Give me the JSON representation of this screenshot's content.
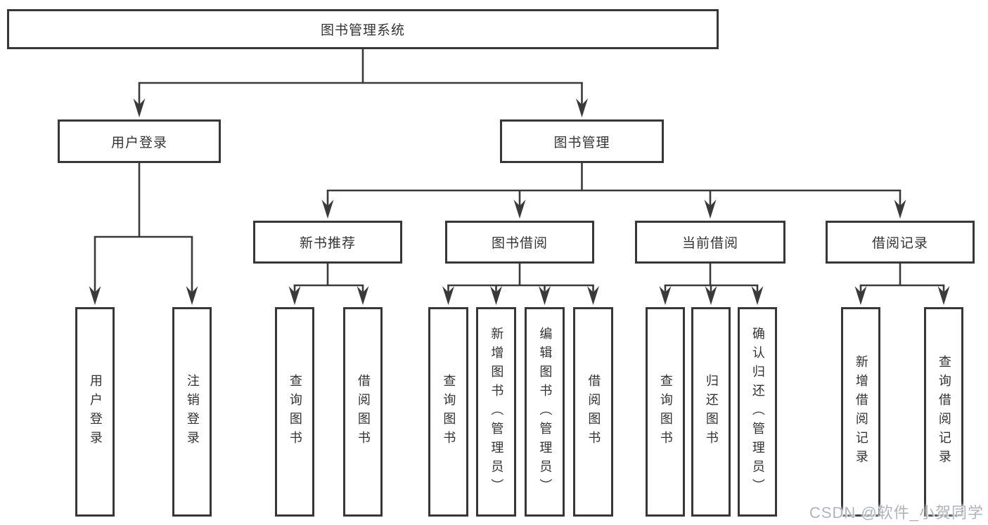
{
  "diagram": {
    "title": "图书管理系统",
    "line_color": "#3a3a3a",
    "nodes": {
      "root": {
        "label": "图书管理系统"
      },
      "login": {
        "label": "用户登录"
      },
      "book_mgmt": {
        "label": "图书管理"
      },
      "new_rec": {
        "label": "新书推荐"
      },
      "book_borrow": {
        "label": "图书借阅"
      },
      "current_borrow": {
        "label": "当前借阅"
      },
      "borrow_records": {
        "label": "借阅记录"
      },
      "login_user": {
        "label": "用户登录"
      },
      "login_logout": {
        "label": "注销登录"
      },
      "newrec_query": {
        "label": "查询图书"
      },
      "newrec_borrow": {
        "label": "借阅图书"
      },
      "borrow_query": {
        "label": "查询图书"
      },
      "borrow_add": {
        "label": "新增图书（管理员）"
      },
      "borrow_edit": {
        "label": "编辑图书（管理员）"
      },
      "borrow_borrow": {
        "label": "借阅图书"
      },
      "current_query": {
        "label": "查询图书"
      },
      "current_return": {
        "label": "归还图书"
      },
      "current_confirm": {
        "label": "确认归还（管理员）"
      },
      "records_add": {
        "label": "新增借阅记录"
      },
      "records_query": {
        "label": "查询借阅记录"
      }
    },
    "edges": [
      [
        "root",
        "login"
      ],
      [
        "root",
        "book_mgmt"
      ],
      [
        "login",
        "login_user"
      ],
      [
        "login",
        "login_logout"
      ],
      [
        "book_mgmt",
        "new_rec"
      ],
      [
        "book_mgmt",
        "book_borrow"
      ],
      [
        "book_mgmt",
        "current_borrow"
      ],
      [
        "book_mgmt",
        "borrow_records"
      ],
      [
        "new_rec",
        "newrec_query"
      ],
      [
        "new_rec",
        "newrec_borrow"
      ],
      [
        "book_borrow",
        "borrow_query"
      ],
      [
        "book_borrow",
        "borrow_add"
      ],
      [
        "book_borrow",
        "borrow_edit"
      ],
      [
        "book_borrow",
        "borrow_borrow"
      ],
      [
        "current_borrow",
        "current_query"
      ],
      [
        "current_borrow",
        "current_return"
      ],
      [
        "current_borrow",
        "current_confirm"
      ],
      [
        "borrow_records",
        "records_add"
      ],
      [
        "borrow_records",
        "records_query"
      ]
    ]
  },
  "watermark": {
    "text": "CSDN @软件_小贺同学",
    "color": "#aeb4bc"
  }
}
